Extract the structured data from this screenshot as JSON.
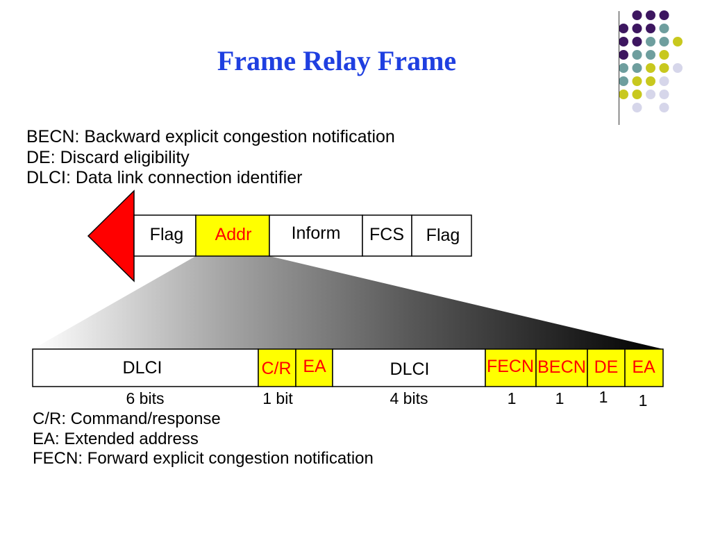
{
  "slide": {
    "title": "Frame Relay Frame"
  },
  "definitions_top": [
    "BECN: Backward explicit congestion notification",
    "DE: Discard eligibility",
    "DLCI: Data link connection identifier"
  ],
  "frame": {
    "fields": [
      "Flag",
      "Addr",
      "Inform",
      "FCS",
      "Flag"
    ]
  },
  "address": {
    "fields": [
      "DLCI",
      "C/R",
      "EA",
      "DLCI",
      "FECN",
      "BECN",
      "DE",
      "EA"
    ],
    "sizes": [
      "6 bits",
      "1 bit",
      "4 bits",
      "1",
      "1",
      "1",
      "1"
    ]
  },
  "definitions_bottom": [
    "C/R: Command/response",
    "EA: Extended address",
    "FECN: Forward explicit congestion notification"
  ],
  "colors": {
    "title": "#1f3fe0",
    "highlight_fill": "#ffff00",
    "highlight_text": "#ff0000",
    "arrow": "#ff0000",
    "dot_purple": "#3d1660",
    "dot_teal": "#6e9e9e",
    "dot_yellow": "#c8c81e",
    "dot_lavender": "#d6d6ea"
  }
}
